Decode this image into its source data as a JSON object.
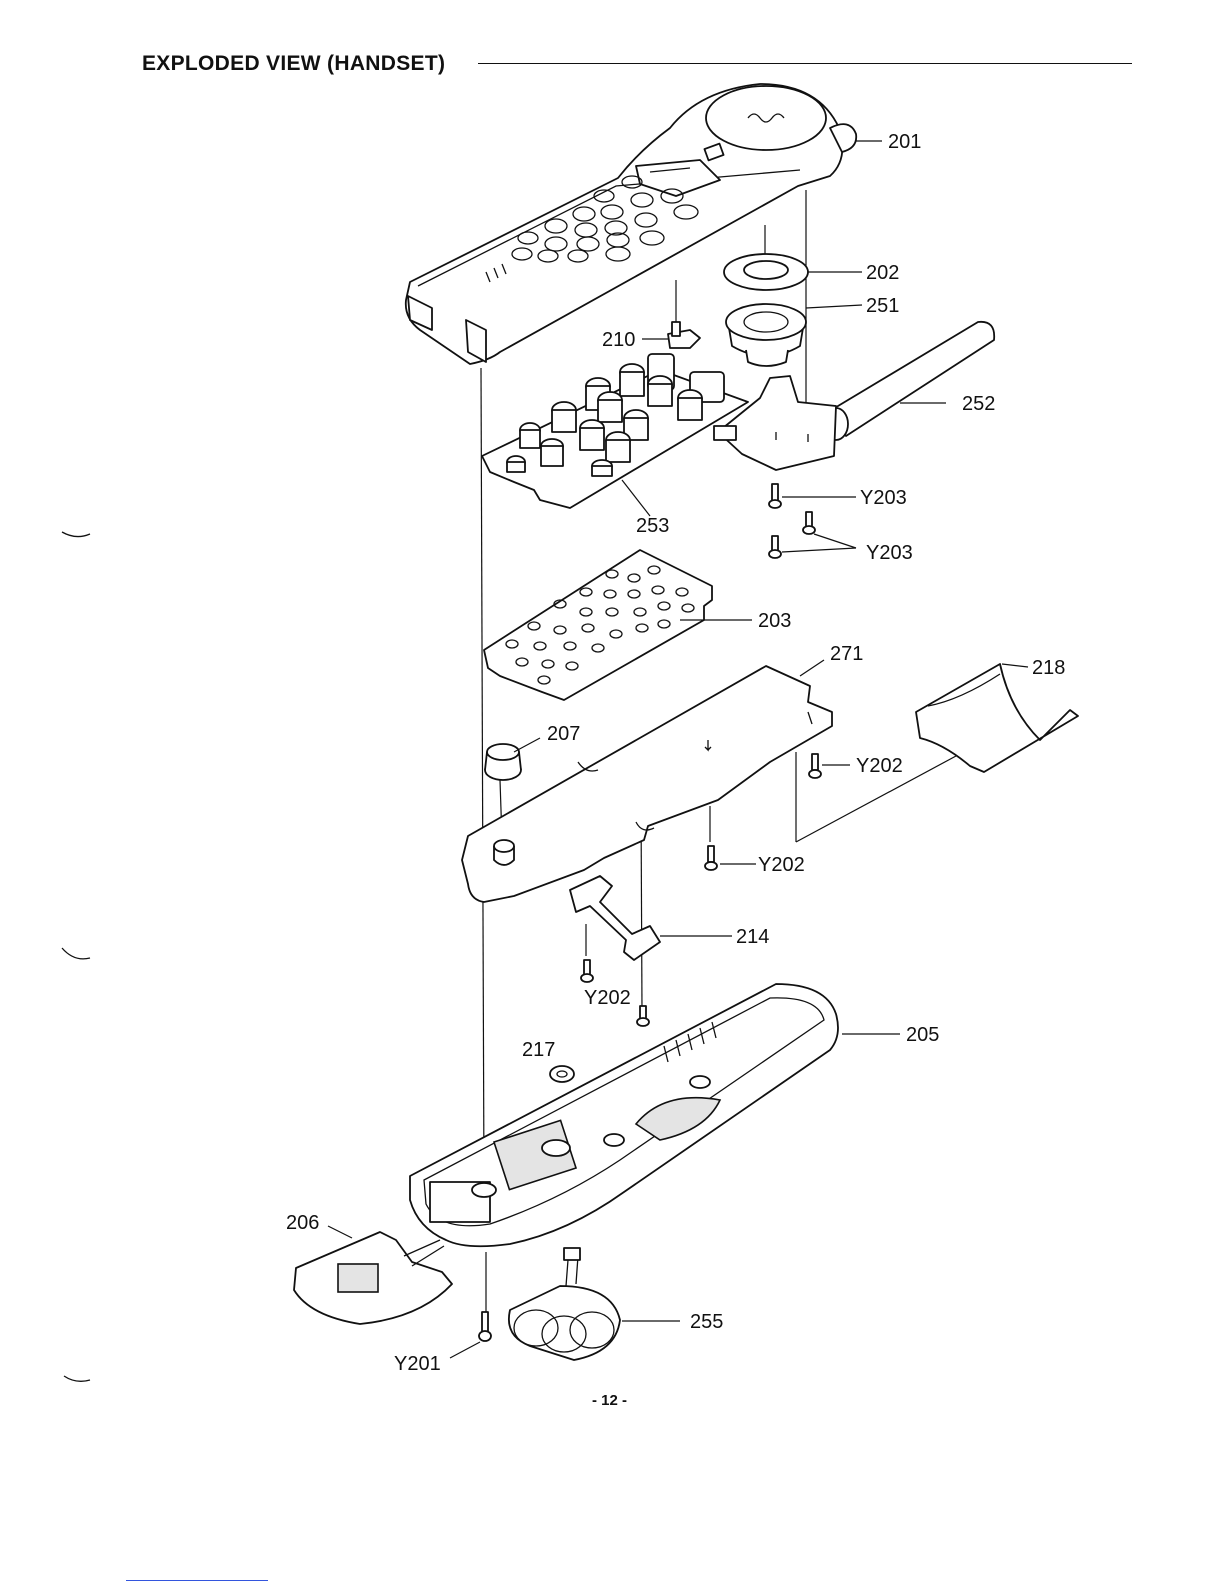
{
  "page": {
    "title": "EXPLODED VIEW (HANDSET)",
    "page_number": "- 12 -"
  },
  "callouts": {
    "c201": "201",
    "c202": "202",
    "c251": "251",
    "c210": "210",
    "c252": "252",
    "c253": "253",
    "cY203a": "Y203",
    "cY203b": "Y203",
    "c203": "203",
    "c271": "271",
    "c218": "218",
    "c207": "207",
    "cY202a": "Y202",
    "cY202b": "Y202",
    "c214": "214",
    "cY202c": "Y202",
    "c205": "205",
    "c217": "217",
    "c206": "206",
    "c255": "255",
    "cY201": "Y201"
  }
}
